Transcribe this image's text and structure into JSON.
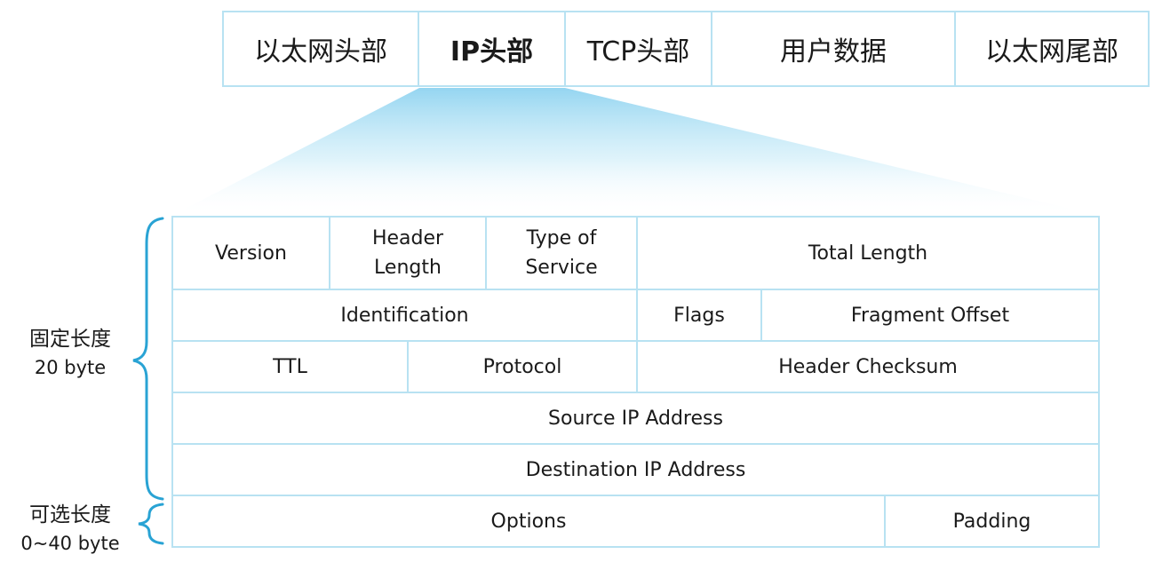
{
  "frame": {
    "cells": [
      {
        "label": "以太网头部"
      },
      {
        "label": "IP头部"
      },
      {
        "label": "TCP头部"
      },
      {
        "label": "用户数据"
      },
      {
        "label": "以太网尾部"
      }
    ]
  },
  "ip_header": {
    "rows": [
      {
        "cells": [
          {
            "label": "Version"
          },
          {
            "label": "Header\nLength"
          },
          {
            "label": "Type of\nService"
          },
          {
            "label": "Total Length"
          }
        ]
      },
      {
        "cells": [
          {
            "label": "Identification"
          },
          {
            "label": "Flags"
          },
          {
            "label": "Fragment Offset"
          }
        ]
      },
      {
        "cells": [
          {
            "label": "TTL"
          },
          {
            "label": "Protocol"
          },
          {
            "label": "Header Checksum"
          }
        ]
      },
      {
        "cells": [
          {
            "label": "Source IP Address"
          }
        ]
      },
      {
        "cells": [
          {
            "label": "Destination IP Address"
          }
        ]
      },
      {
        "cells": [
          {
            "label": "Options"
          },
          {
            "label": "Padding"
          }
        ]
      }
    ]
  },
  "braces": {
    "fixed": {
      "title": "固定长度",
      "size": "20 byte"
    },
    "optional": {
      "title": "可选长度",
      "size": "0~40 byte"
    }
  },
  "colors": {
    "border": "#b8e2f2",
    "brace": "#29a3d4",
    "funnel": "#8fd3f0"
  }
}
